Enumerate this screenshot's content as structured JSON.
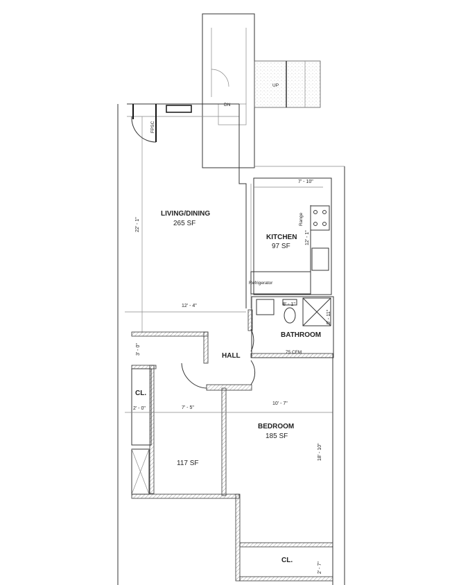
{
  "plan": {
    "rooms": {
      "living": {
        "name": "LIVING/DINING",
        "area": "265 SF"
      },
      "kitchen": {
        "name": "KITCHEN",
        "area": "97 SF"
      },
      "bathroom": {
        "name": "BATHROOM"
      },
      "hall": {
        "name": "HALL"
      },
      "bedroom": {
        "name": "BEDROOM",
        "area": "185 SF"
      },
      "second_room": {
        "area": "117 SF"
      },
      "closet_left": {
        "name": "CL."
      },
      "closet_bedroom": {
        "name": "CL."
      }
    },
    "dimensions": {
      "living_height": "22' - 1\"",
      "living_width": "12' - 4\"",
      "kitchen_width": "7' - 10\"",
      "kitchen_height": "12' - 1\"",
      "bath_width": "8' - 1\"",
      "bath_height": "5' - 11\"",
      "hall_closet": "3' - 0\"",
      "closet_width": "2' - 0\"",
      "room_width": "7' - 5\"",
      "bedroom_width": "10' - 7\"",
      "bedroom_height": "18' - 10\"",
      "bedroom_closet": "2' - 7\""
    },
    "labels": {
      "up": "UP",
      "down": "DN",
      "fpsc": "FPSC",
      "range": "Range",
      "refrigerator": "Refrigerator",
      "fan": "75 CFM"
    }
  }
}
